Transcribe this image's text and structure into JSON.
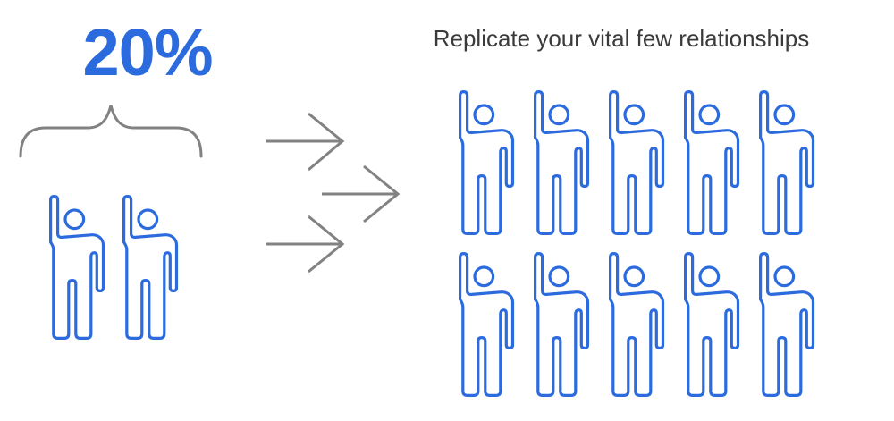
{
  "infographic": {
    "left_group": {
      "label": "20%",
      "person_count": 2
    },
    "right_group": {
      "title": "Replicate your vital few relationships",
      "person_count": 10,
      "per_row": 5
    },
    "arrows": {
      "count": 3,
      "direction": "right"
    },
    "icons": {
      "person": "person-raised-hand-icon",
      "arrow": "arrow-right-icon",
      "brace": "curly-brace-icon"
    },
    "colors": {
      "accent_blue": "#2b6bdd",
      "muted_gray": "#828282",
      "heading_text": "#3a3a3a",
      "background": "#ffffff"
    }
  }
}
